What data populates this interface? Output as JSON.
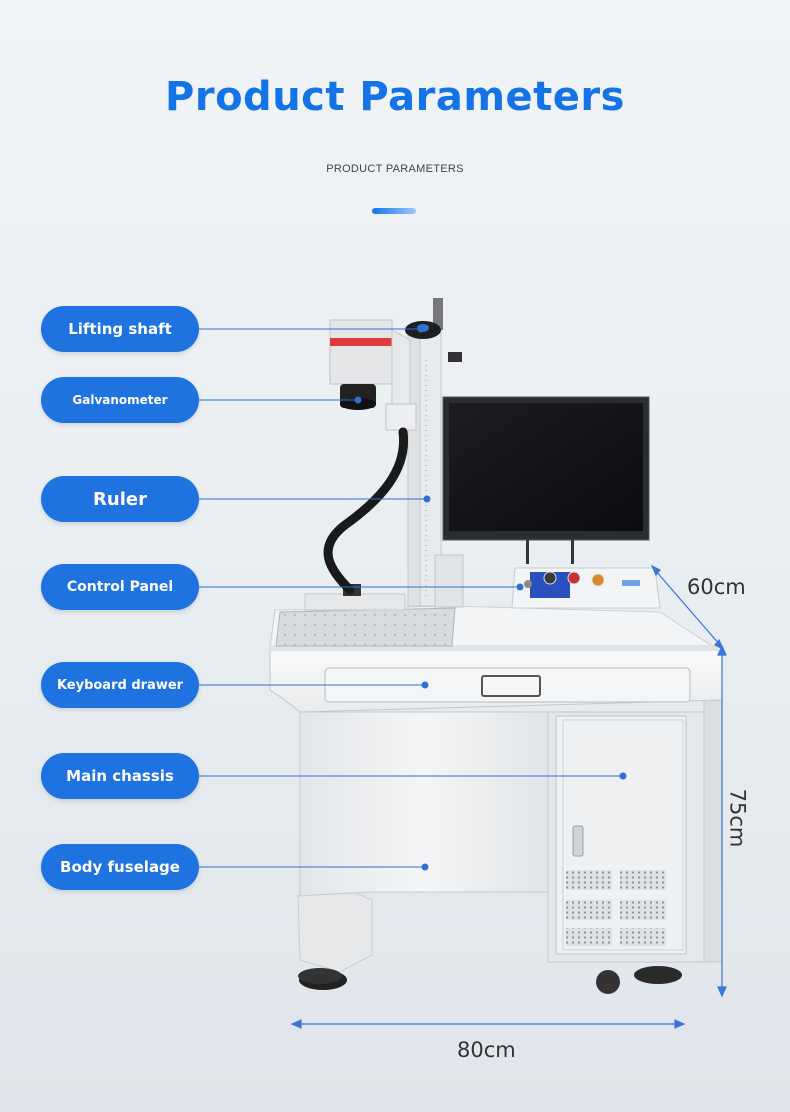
{
  "header": {
    "title": "Product Parameters",
    "subtitle": "PRODUCT PARAMETERS",
    "accent_color": "#1473e6"
  },
  "labels": [
    {
      "id": "lifting-shaft",
      "text": "Lifting shaft"
    },
    {
      "id": "galvanometer",
      "text": "Galvanometer"
    },
    {
      "id": "ruler",
      "text": "Ruler"
    },
    {
      "id": "control-panel",
      "text": "Control Panel"
    },
    {
      "id": "keyboard-drawer",
      "text": "Keyboard drawer"
    },
    {
      "id": "main-chassis",
      "text": "Main chassis"
    },
    {
      "id": "body-fuselage",
      "text": "Body fuselage"
    }
  ],
  "dimensions": {
    "depth": "60cm",
    "height": "75cm",
    "width": "80cm"
  },
  "colors": {
    "pill": "#1f73e0",
    "leader_line": "#2f6fd6",
    "machine_body": "#eceef0"
  }
}
